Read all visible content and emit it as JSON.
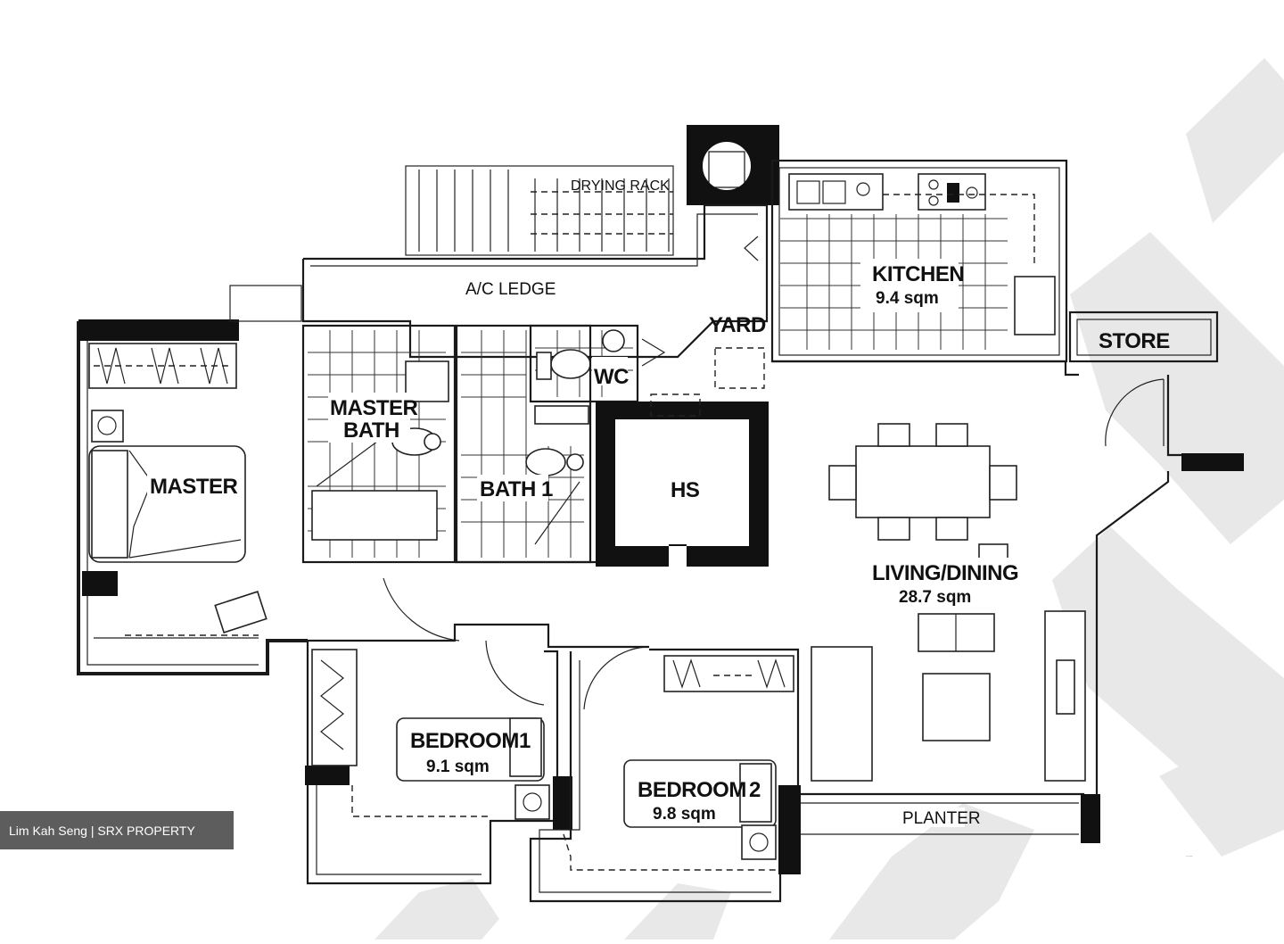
{
  "rooms": {
    "drying_rack": "DRYING RACK",
    "ac_ledge": "A/C LEDGE",
    "yard": "YARD",
    "kitchen": "KITCHEN",
    "kitchen_area": "9.4 sqm",
    "store": "STORE",
    "wc": "WC",
    "master_bath": "MASTER BATH",
    "master_bath_line1": "MASTER",
    "master_bath_line2": "BATH",
    "bath1": "BATH 1",
    "hs": "HS",
    "master": "MASTER",
    "living_dining": "LIVING/DINING",
    "living_dining_area": "28.7 sqm",
    "bedroom1": "BEDROOM",
    "bedroom1_num": "1",
    "bedroom1_area": "9.1 sqm",
    "bedroom2": "BEDROOM",
    "bedroom2_num": "2",
    "bedroom2_area": "9.8 sqm",
    "planter": "PLANTER"
  },
  "watermark": "SRX PROPERTY",
  "credit": "Lim Kah Seng | SRX PROPERTY",
  "colors": {
    "ink": "#1a1a1a",
    "watermark": "#e6e6e6",
    "credit_bg": "#5d5d5d",
    "credit_text": "#ffffff"
  }
}
